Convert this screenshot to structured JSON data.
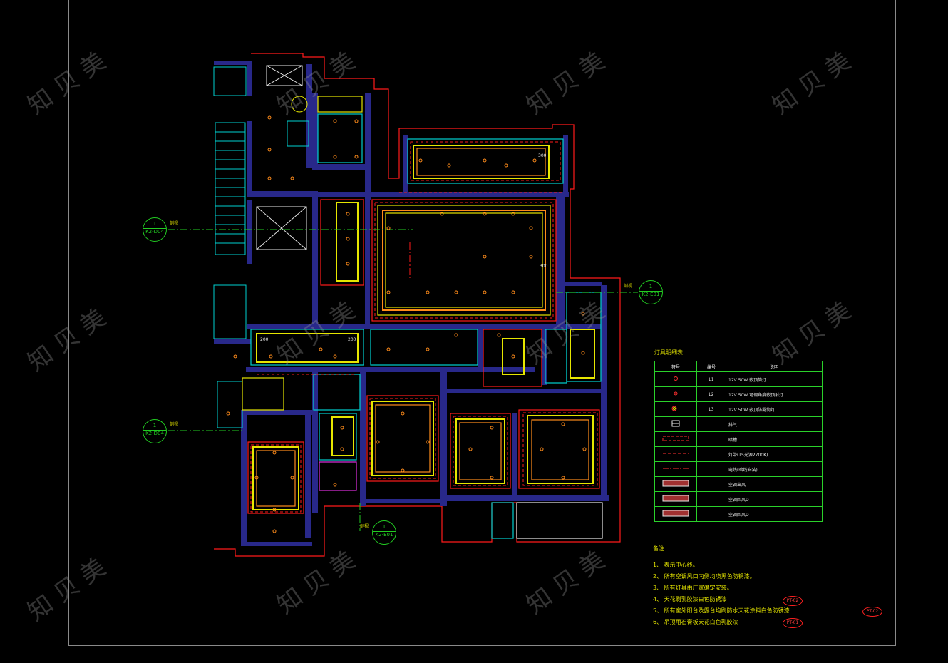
{
  "watermark": "知 贝 美",
  "legend": {
    "title": "灯具明细表",
    "headers": [
      "符号",
      "编号",
      "说明"
    ],
    "rows": [
      {
        "symbol": "circle-red",
        "code": "L1",
        "desc": "12V 50W  嵌顶筒灯"
      },
      {
        "symbol": "circle-red-small",
        "code": "L2",
        "desc": "12V 50W  可调角度嵌顶射灯"
      },
      {
        "symbol": "circle-double",
        "code": "L3",
        "desc": "12V 50W  嵌顶防雾筒灯"
      },
      {
        "symbol": "exhaust-fan",
        "code": "",
        "desc": "排气"
      },
      {
        "symbol": "dashed-rect",
        "code": "",
        "desc": "暗槽"
      },
      {
        "symbol": "dashed-line-red",
        "code": "",
        "desc": "灯带(T5光源2700K)"
      },
      {
        "symbol": "dashed-line-red-2",
        "code": "",
        "desc": "电线(暗线安装)"
      },
      {
        "symbol": "ac-unit",
        "code": "",
        "desc": "空调出风"
      },
      {
        "symbol": "ac-return",
        "code": "",
        "desc": "空调回风D"
      },
      {
        "symbol": "ac-return-2",
        "code": "",
        "desc": "空调回风D"
      }
    ]
  },
  "notes": {
    "title": "备注",
    "items": [
      {
        "num": "1、",
        "text": "表示中心线。"
      },
      {
        "num": "2、",
        "text": "所有空调风口内侧均喷黑色防锈漆。"
      },
      {
        "num": "3、",
        "text": "所有灯具由厂家确定安装。"
      },
      {
        "num": "4、",
        "text": "天花刷乳胶漆白色防锈漆"
      },
      {
        "num": "5、",
        "text": "所有室外阳台及露台均刷防水天花涂料白色防锈漆"
      },
      {
        "num": "6、",
        "text": "吊顶用石膏板天花白色乳胶漆"
      }
    ],
    "tags": [
      "PT-02",
      "PT-02",
      "PT-01"
    ]
  },
  "section_marks": [
    {
      "num": "1",
      "ref": "K2-D04",
      "label": "剖视"
    },
    {
      "num": "1",
      "ref": "K2-D04",
      "label": "剖视"
    },
    {
      "num": "1",
      "ref": "K2-E01",
      "label": "剖视"
    },
    {
      "num": "1",
      "ref": "K2-E01",
      "label": "剖视"
    }
  ],
  "dims": {
    "d200": "200",
    "d300": "300",
    "d200b": "200",
    "d300b": "300"
  },
  "colors": {
    "wall": "#28288a",
    "red": "#ff1a1a",
    "yellow": "#e6e600",
    "cyan": "#00d0d0",
    "green": "#22cc22",
    "magenta": "#e030e0",
    "white": "#e8e8e8",
    "orange": "#ff8c1a"
  }
}
